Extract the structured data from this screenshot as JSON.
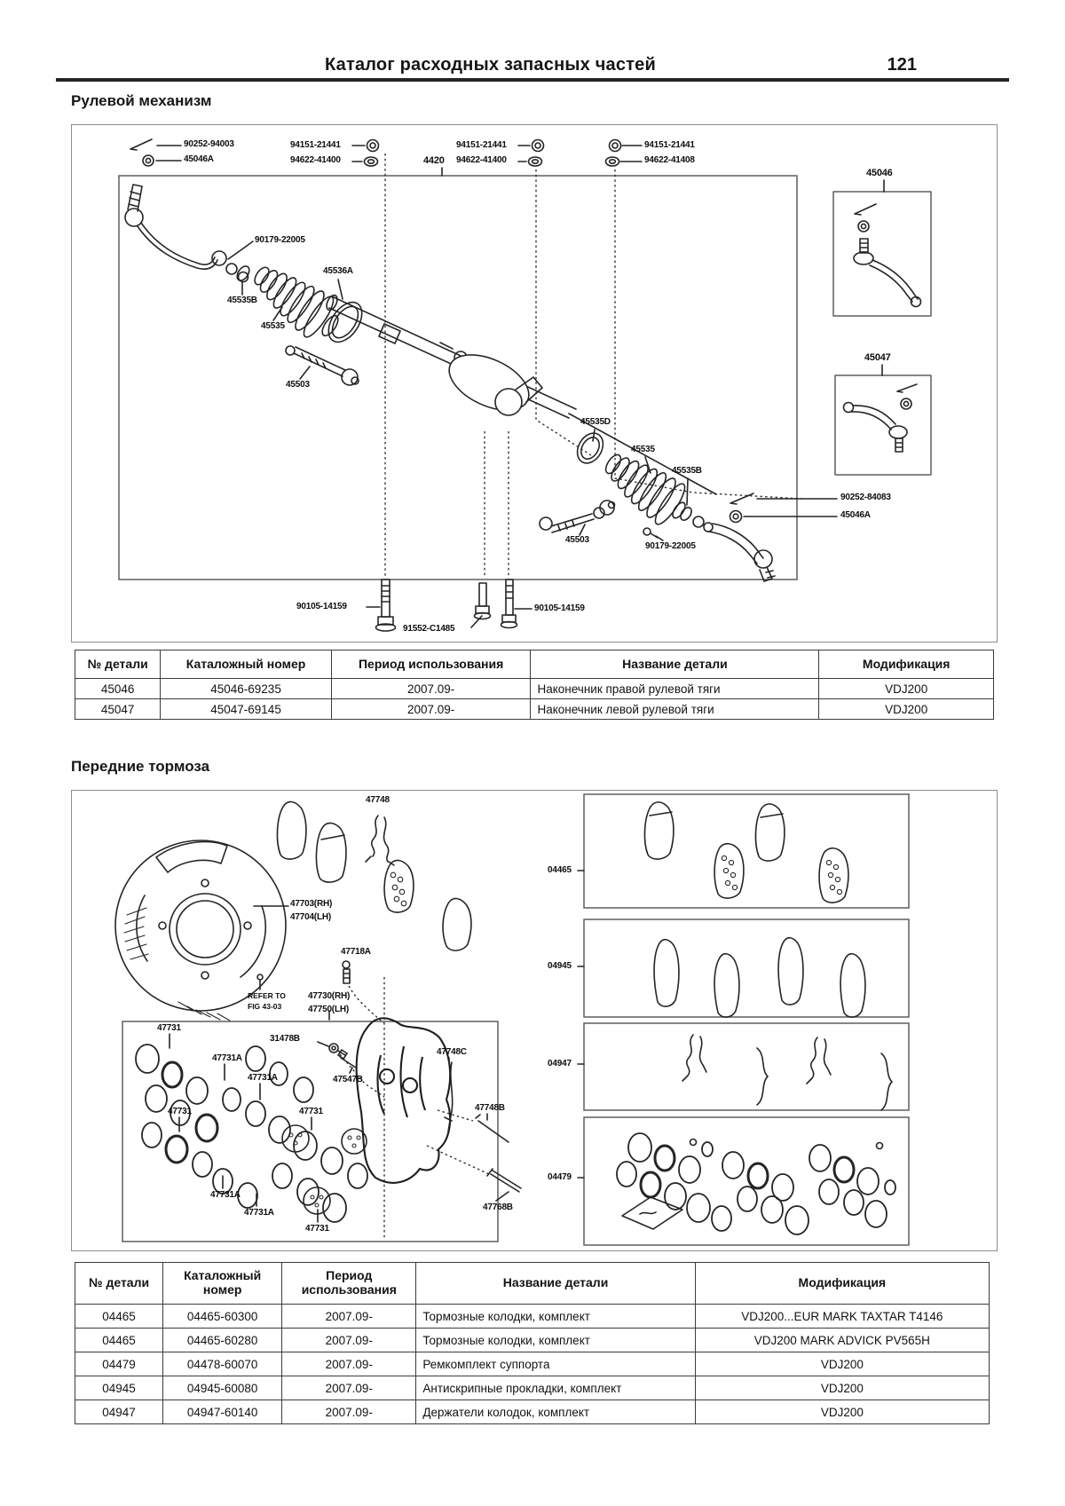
{
  "page": {
    "header_title": "Каталог расходных запасных частей",
    "page_number": "121"
  },
  "steering": {
    "section_title": "Рулевой механизм",
    "labels": {
      "pin_top_left": "90252-94003",
      "nut_top_left": "45046A",
      "nut_a": "94151-21441",
      "washer_a": "94622-41400",
      "rack_assy": "4420",
      "nut_b": "94151-21441",
      "washer_b": "94622-41400",
      "nut_c": "94151-21441",
      "washer_c": "94622-41408",
      "box_right_tie_rod": "45046",
      "box_left_tie_rod": "45047",
      "grease_left": "90179-22005",
      "clamp_left": "45535B",
      "boot_clip": "45536A",
      "boot_left": "45535",
      "rod_left": "45503",
      "clip_right": "45535D",
      "boot_right": "45535",
      "clamp_right": "45535B",
      "rod_right": "45503",
      "grease_right": "90179-22005",
      "pin_bottom_right": "90252-84083",
      "nut_bottom_right": "45046A",
      "bolt_left": "90105-14159",
      "bolt_center": "91552-C1485",
      "bolt_right": "90105-14159"
    },
    "table": {
      "headers": [
        "№ детали",
        "Каталожный номер",
        "Период использования",
        "Название детали",
        "Модификация"
      ],
      "rows": [
        [
          "45046",
          "45046-69235",
          "2007.09-",
          "Наконечник правой рулевой тяги",
          "VDJ200"
        ],
        [
          "45047",
          "45047-69145",
          "2007.09-",
          "Наконечник левой рулевой тяги",
          "VDJ200"
        ]
      ]
    }
  },
  "brakes": {
    "section_title": "Передние тормоза",
    "labels": {
      "indicator_top": "47748",
      "shield_rh": "47703(RH)",
      "shield_lh": "47704(LH)",
      "bleeder": "47718A",
      "ref1": "REFER TO",
      "ref2": "FIG 43-03",
      "caliper_rh": "47730(RH)",
      "caliper_lh": "47750(LH)",
      "piston_1": "47731",
      "fitting": "31478B",
      "seal_1": "47731A",
      "seal_2": "47731A",
      "bolt_47547": "47547B",
      "piston_2": "47731",
      "piston_3": "47731",
      "seal_3": "47731A",
      "seal_4": "47731A",
      "piston_4": "47731",
      "pin_c": "47748C",
      "pin_b": "47748B",
      "bolt_bottom": "47768B",
      "kit_pads": "04465",
      "kit_shims": "04945",
      "kit_clips": "04947",
      "kit_seals": "04479"
    },
    "table": {
      "headers": [
        "№ детали",
        "Каталожный номер",
        "Период использования",
        "Название детали",
        "Модификация"
      ],
      "rows": [
        [
          "04465",
          "04465-60300",
          "2007.09-",
          "Тормозные колодки, комплект",
          "VDJ200...EUR MARK TAXTAR T4146"
        ],
        [
          "04465",
          "04465-60280",
          "2007.09-",
          "Тормозные колодки, комплект",
          "VDJ200 MARK ADVICK PV565H"
        ],
        [
          "04479",
          "04478-60070",
          "2007.09-",
          "Ремкомплект суппорта",
          "VDJ200"
        ],
        [
          "04945",
          "04945-60080",
          "2007.09-",
          "Антискрипные прокладки, комплект",
          "VDJ200"
        ],
        [
          "04947",
          "04947-60140",
          "2007.09-",
          "Держатели колодок, комплект",
          "VDJ200"
        ]
      ]
    }
  }
}
